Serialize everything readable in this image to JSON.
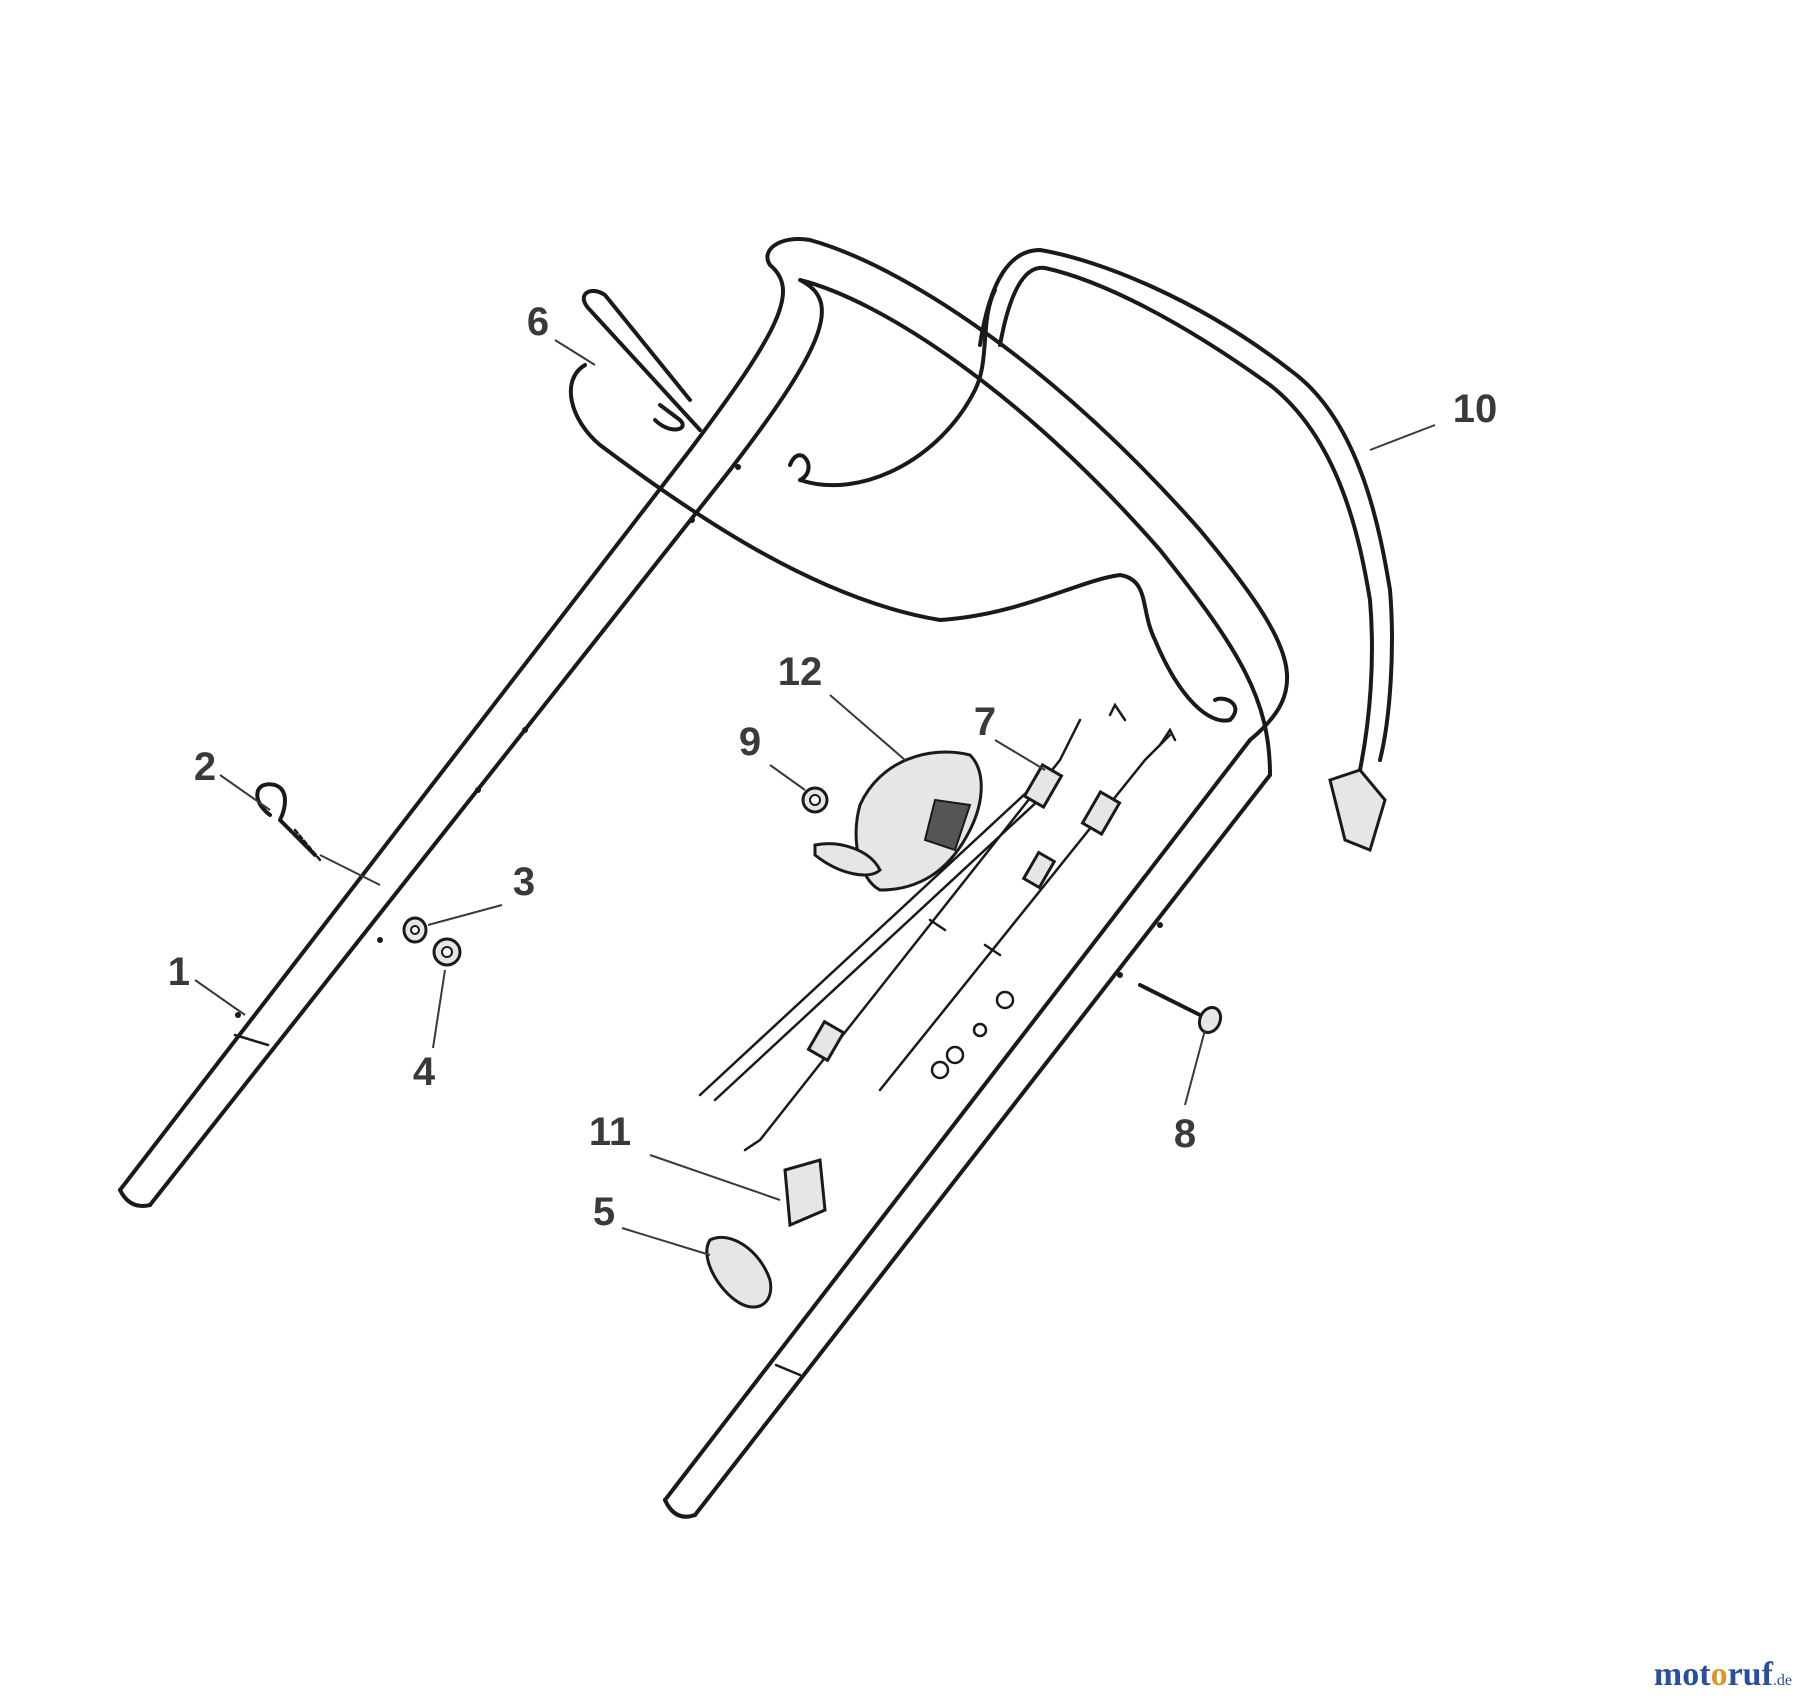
{
  "diagram": {
    "labels": [
      "1",
      "2",
      "3",
      "4",
      "5",
      "6",
      "7",
      "8",
      "9",
      "10",
      "11",
      "12"
    ]
  },
  "watermark": {
    "part1": "mot",
    "part2": "o",
    "part3": "ruf",
    "tld": ".de"
  }
}
